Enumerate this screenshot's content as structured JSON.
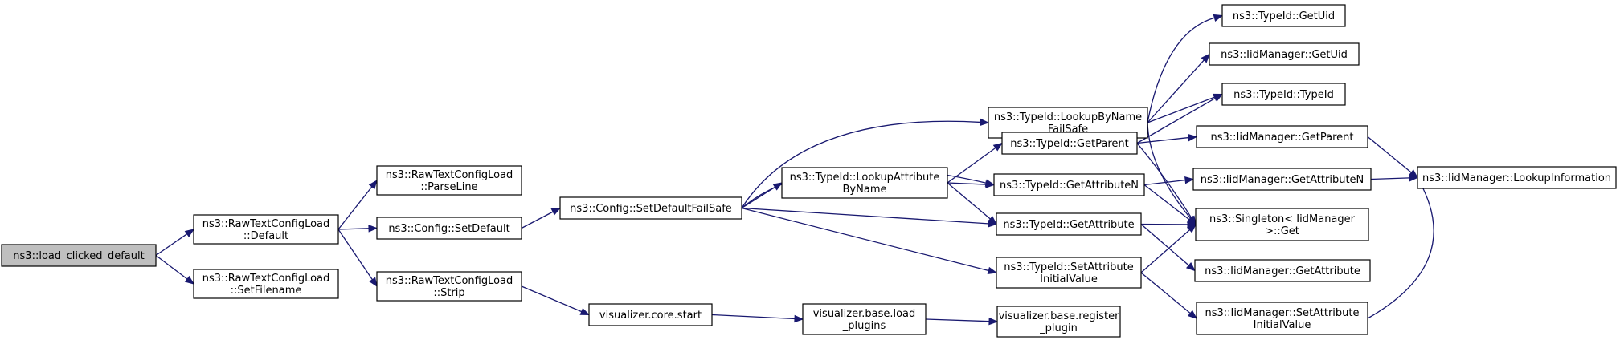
{
  "diagram": {
    "nodes": [
      {
        "id": "load_clicked_default",
        "lines": [
          "ns3::load_clicked_default"
        ],
        "root": true
      },
      {
        "id": "rtcl_default",
        "lines": [
          "ns3::RawTextConfigLoad",
          "::Default"
        ]
      },
      {
        "id": "rtcl_setfilename",
        "lines": [
          "ns3::RawTextConfigLoad",
          "::SetFilename"
        ]
      },
      {
        "id": "rtcl_parseline",
        "lines": [
          "ns3::RawTextConfigLoad",
          "::ParseLine"
        ]
      },
      {
        "id": "config_setdefault",
        "lines": [
          "ns3::Config::SetDefault"
        ]
      },
      {
        "id": "rtcl_strip",
        "lines": [
          "ns3::RawTextConfigLoad",
          "::Strip"
        ]
      },
      {
        "id": "config_setdefaultfailsafe",
        "lines": [
          "ns3::Config::SetDefaultFailSafe"
        ]
      },
      {
        "id": "vis_core_start",
        "lines": [
          "visualizer.core.start"
        ]
      },
      {
        "id": "vis_base_load_plugins",
        "lines": [
          "visualizer.base.load",
          "_plugins"
        ]
      },
      {
        "id": "vis_base_register_plugin",
        "lines": [
          "visualizer.base.register",
          "_plugin"
        ]
      },
      {
        "id": "typeid_lookupattributebyname",
        "lines": [
          "ns3::TypeId::LookupAttribute",
          "ByName"
        ]
      },
      {
        "id": "typeid_lookupbynamefailsafe",
        "lines": [
          "ns3::TypeId::LookupByName",
          "FailSafe"
        ]
      },
      {
        "id": "typeid_getparent",
        "lines": [
          "ns3::TypeId::GetParent"
        ]
      },
      {
        "id": "typeid_getattributen",
        "lines": [
          "ns3::TypeId::GetAttributeN"
        ]
      },
      {
        "id": "typeid_getattribute",
        "lines": [
          "ns3::TypeId::GetAttribute"
        ]
      },
      {
        "id": "typeid_setattributeinitialvalue",
        "lines": [
          "ns3::TypeId::SetAttribute",
          "InitialValue"
        ]
      },
      {
        "id": "typeid_getuid",
        "lines": [
          "ns3::TypeId::GetUid"
        ]
      },
      {
        "id": "iidm_getuid",
        "lines": [
          "ns3::IidManager::GetUid"
        ]
      },
      {
        "id": "typeid_typeid",
        "lines": [
          "ns3::TypeId::TypeId"
        ]
      },
      {
        "id": "iidm_getparent",
        "lines": [
          "ns3::IidManager::GetParent"
        ]
      },
      {
        "id": "iidm_getattributen",
        "lines": [
          "ns3::IidManager::GetAttributeN"
        ]
      },
      {
        "id": "singleton_get",
        "lines": [
          "ns3::Singleton< IidManager",
          " >::Get"
        ]
      },
      {
        "id": "iidm_getattribute",
        "lines": [
          "ns3::IidManager::GetAttribute"
        ]
      },
      {
        "id": "iidm_setattributeinitialvalue",
        "lines": [
          "ns3::IidManager::SetAttribute",
          "InitialValue"
        ]
      },
      {
        "id": "iidm_lookupinformation",
        "lines": [
          "ns3::IidManager::LookupInformation"
        ]
      }
    ],
    "edges": [
      [
        "load_clicked_default",
        "rtcl_default"
      ],
      [
        "load_clicked_default",
        "rtcl_setfilename"
      ],
      [
        "rtcl_default",
        "rtcl_parseline"
      ],
      [
        "rtcl_default",
        "config_setdefault"
      ],
      [
        "rtcl_default",
        "rtcl_strip"
      ],
      [
        "config_setdefault",
        "config_setdefaultfailsafe"
      ],
      [
        "rtcl_strip",
        "vis_core_start"
      ],
      [
        "vis_core_start",
        "vis_base_load_plugins"
      ],
      [
        "vis_base_load_plugins",
        "vis_base_register_plugin"
      ],
      [
        "config_setdefaultfailsafe",
        "typeid_lookupbynamefailsafe"
      ],
      [
        "config_setdefaultfailsafe",
        "typeid_getattributen"
      ],
      [
        "config_setdefaultfailsafe",
        "typeid_lookupattributebyname"
      ],
      [
        "config_setdefaultfailsafe",
        "typeid_getattribute"
      ],
      [
        "config_setdefaultfailsafe",
        "typeid_setattributeinitialvalue"
      ],
      [
        "typeid_lookupattributebyname",
        "typeid_getparent"
      ],
      [
        "typeid_lookupattributebyname",
        "typeid_getattributen"
      ],
      [
        "typeid_lookupattributebyname",
        "typeid_getattribute"
      ],
      [
        "typeid_lookupbynamefailsafe",
        "typeid_getuid"
      ],
      [
        "typeid_lookupbynamefailsafe",
        "iidm_getuid"
      ],
      [
        "typeid_lookupbynamefailsafe",
        "typeid_typeid"
      ],
      [
        "typeid_lookupbynamefailsafe",
        "singleton_get"
      ],
      [
        "typeid_getparent",
        "typeid_typeid"
      ],
      [
        "typeid_getparent",
        "iidm_getparent"
      ],
      [
        "typeid_getparent",
        "singleton_get"
      ],
      [
        "typeid_getattributen",
        "iidm_getattributen"
      ],
      [
        "typeid_getattributen",
        "singleton_get"
      ],
      [
        "typeid_getattribute",
        "singleton_get"
      ],
      [
        "typeid_getattribute",
        "iidm_getattribute"
      ],
      [
        "typeid_setattributeinitialvalue",
        "singleton_get"
      ],
      [
        "typeid_setattributeinitialvalue",
        "iidm_setattributeinitialvalue"
      ],
      [
        "iidm_getparent",
        "iidm_lookupinformation"
      ],
      [
        "iidm_getattributen",
        "iidm_lookupinformation"
      ],
      [
        "iidm_setattributeinitialvalue",
        "iidm_lookupinformation"
      ]
    ]
  }
}
